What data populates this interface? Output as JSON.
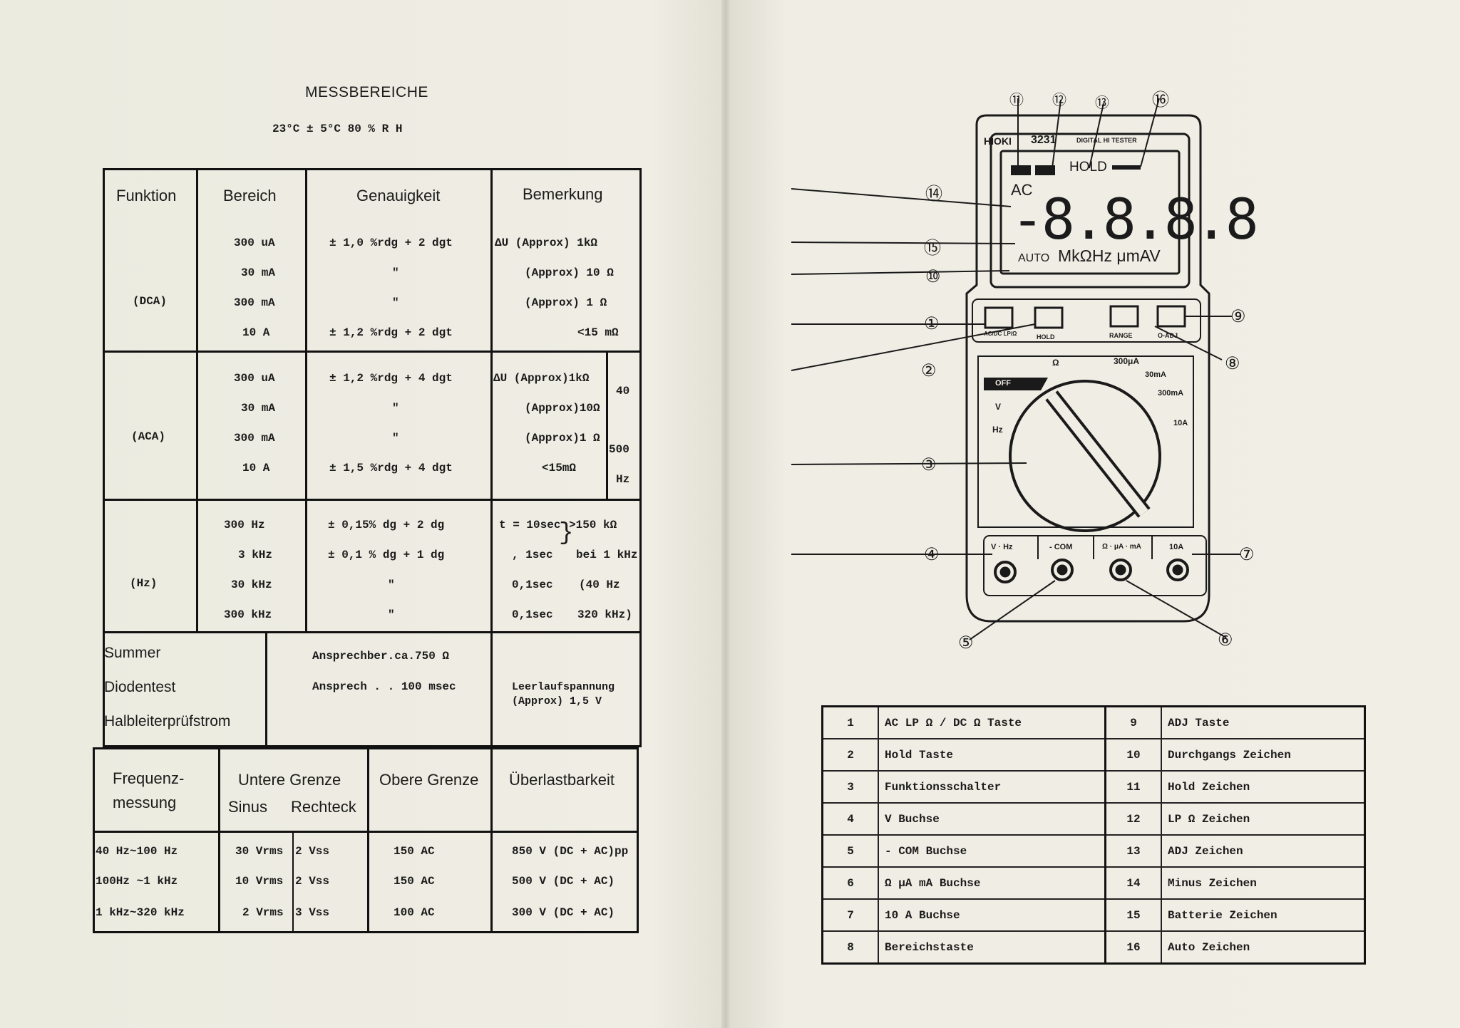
{
  "left_page": {
    "title": "MESSBEREICHE",
    "conditions": "23°C ± 5°C   80 % R H",
    "main_table": {
      "headers": [
        "Funktion",
        "Bereich",
        "Genauigkeit",
        "Bemerkung"
      ],
      "dca": {
        "function": "(DCA)",
        "ranges": [
          "300 uA",
          "30 mA",
          "300 mA",
          "10  A"
        ],
        "accuracy": [
          "± 1,0 %rdg + 2 dgt",
          "\"",
          "\"",
          "± 1,2 %rdg + 2 dgt"
        ],
        "remarks": [
          "ΔU  (Approx)  1kΩ",
          "(Approx)  10 Ω",
          "(Approx)  1 Ω",
          "<15 mΩ"
        ]
      },
      "aca": {
        "function": "(ACA)",
        "ranges": [
          "300 uA",
          "30 mA",
          "300 mA",
          "10  A"
        ],
        "accuracy": [
          "± 1,2 %rdg + 4 dgt",
          "\"",
          "\"",
          "± 1,5 %rdg + 4 dgt"
        ],
        "remarks": [
          "ΔU  (Approx)1kΩ",
          "(Approx)10Ω",
          "(Approx)1 Ω",
          "<15mΩ"
        ],
        "freq_note": [
          "40",
          "500",
          "Hz"
        ]
      },
      "hz": {
        "function": "(Hz)",
        "ranges": [
          "300  Hz",
          "3 kHz",
          "30 kHz",
          "300 kHz"
        ],
        "accuracy": [
          "± 0,15% dg + 2 dg",
          "± 0,1 % dg + 1 dg",
          "\"",
          "\""
        ],
        "remarks_t": [
          "t = 10sec",
          ", 1sec",
          "0,1sec",
          "0,1sec"
        ],
        "remarks_f": [
          ">150 kΩ",
          "bei 1 kHz",
          "(40  Hz",
          "320 kHz)"
        ]
      },
      "summer": {
        "labels": [
          "Summer",
          "Diodentest",
          "Halbleiterprüfstrom"
        ],
        "values": [
          "Ansprechber.ca.750 Ω",
          "Ansprech  .  .  100 msec"
        ],
        "remark": [
          "Leerlaufspannung",
          "(Approx) 1,5 V"
        ]
      }
    },
    "freq_table": {
      "headers": {
        "col1": [
          "Frequenz-",
          "messung"
        ],
        "col2": "Untere Grenze",
        "col2_sub": [
          "Sinus",
          "Rechteck"
        ],
        "col3": "Obere Grenze",
        "col4": "Überlastbarkeit"
      },
      "rows": [
        {
          "freq": "40 Hz~100  Hz",
          "sinus": "30 Vrms",
          "rechteck": "2 Vss",
          "obere": "150 AC",
          "ueber": "850 V (DC + AC)pp"
        },
        {
          "freq": "100Hz  ~1 kHz",
          "sinus": "10 Vrms",
          "rechteck": "2 Vss",
          "obere": "150 AC",
          "ueber": "500 V (DC + AC)"
        },
        {
          "freq": "1 kHz~320 kHz",
          "sinus": "2 Vrms",
          "rechteck": "3 Vss",
          "obere": "100 AC",
          "ueber": "300 V (DC + AC)"
        }
      ]
    }
  },
  "right_page": {
    "device": {
      "brand": "HIOKI",
      "model": "3231",
      "subtitle": "DIGITAL HI TESTER",
      "lcd_digits": "-8.8.8.8",
      "lcd_hold": "HOLD",
      "lcd_ac": "AC",
      "lcd_auto": "AUTO",
      "lcd_units": "MkΩHz μmAV",
      "buttons": [
        "AC/DC LP/Ω",
        "HOLD",
        "RANGE",
        "O-ADJ"
      ],
      "dial_labels": [
        "OFF",
        "V",
        "Hz",
        "Ω",
        "300μA",
        "30mA",
        "300mA",
        "10A"
      ],
      "jacks": [
        "V · Hz",
        "- COM",
        "Ω · μA · mA",
        "10A"
      ],
      "callouts": [
        "①",
        "②",
        "③",
        "④",
        "⑤",
        "⑥",
        "⑦",
        "⑧",
        "⑨",
        "⑩",
        "⑪",
        "⑫",
        "⑬",
        "⑭",
        "⑮",
        "⑯"
      ]
    },
    "legend": [
      {
        "n1": "1",
        "t1": "AC  LP Ω / DC Ω Taste",
        "n2": "9",
        "t2": "ADJ Taste"
      },
      {
        "n1": "2",
        "t1": "Hold Taste",
        "n2": "10",
        "t2": "Durchgangs  Zeichen"
      },
      {
        "n1": "3",
        "t1": "Funktionsschalter",
        "n2": "11",
        "t2": "Hold  Zeichen"
      },
      {
        "n1": "4",
        "t1": "V Buchse",
        "n2": "12",
        "t2": "LP Ω Zeichen"
      },
      {
        "n1": "5",
        "t1": "- COM Buchse",
        "n2": "13",
        "t2": "ADJ  Zeichen"
      },
      {
        "n1": "6",
        "t1": "Ω μA mA      Buchse",
        "n2": "14",
        "t2": "Minus  Zeichen"
      },
      {
        "n1": "7",
        "t1": "10 A Buchse",
        "n2": "15",
        "t2": "Batterie  Zeichen"
      },
      {
        "n1": "8",
        "t1": "Bereichstaste",
        "n2": "16",
        "t2": "Auto  Zeichen"
      }
    ]
  }
}
